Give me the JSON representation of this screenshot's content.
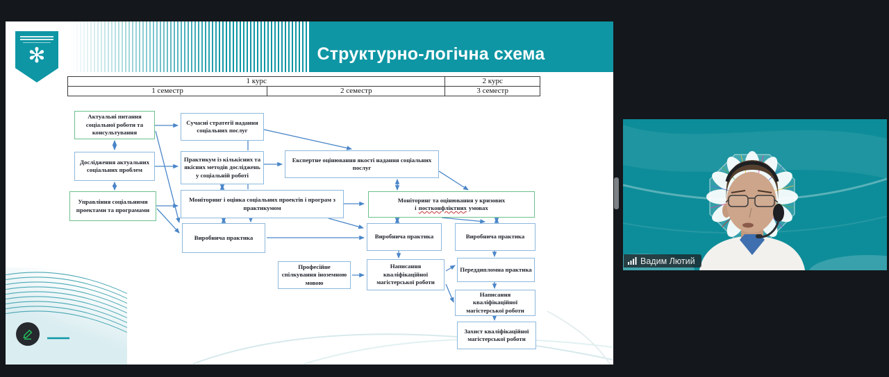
{
  "colors": {
    "accent_teal": "#0e96a4",
    "video_background_teal": "#0d8d99",
    "arrow_blue": "#4a86c8",
    "box_border_blue": "#8cb8dd",
    "box_border_green": "#6cc08d",
    "underline_red": "#c23232",
    "pencil_green": "#22c55e",
    "window_background": "#14171b"
  },
  "slide": {
    "title": "Структурно-логічна схема",
    "table": {
      "course1": "1 курс",
      "course2": "2 курс",
      "sem1": "1 семестр",
      "sem2": "2 семестр",
      "sem3": "3 семестр"
    },
    "boxes": [
      {
        "text": "Актуальні питання соціальної роботи та консультування"
      },
      {
        "text": "Дослідження актуальних соціальних проблем"
      },
      {
        "text": "Управління соціальними проектами та програмами"
      },
      {
        "text": "Сучасні стратегії надання соціальних послуг"
      },
      {
        "text": "Практикум із кількісних та якісних методів досліджень у соціальній роботі"
      },
      {
        "text": "Експертне оцінювання якості надання соціальних послуг"
      },
      {
        "text": "Моніторинг і оцінка соціальних проектів і програм з практикумом"
      },
      {
        "text_before": "Моніторинг та оцінювання у кризових і",
        "underlined": "постконфліктних",
        "text_after": "умовах"
      },
      {
        "text": "Виробнича практика"
      },
      {
        "text": "Виробнича практика"
      },
      {
        "text": "Виробнича практика"
      },
      {
        "text": "Професійне спілкування іноземною мовою"
      },
      {
        "text": "Написання кваліфікаційної магістерської роботи"
      },
      {
        "text": "Переддипломна практика"
      },
      {
        "text": "Написання кваліфікаційної магістерської роботи"
      },
      {
        "text": "Захист кваліфікаційної магістерської роботи"
      }
    ]
  },
  "video": {
    "participant_name": "Вадим Лютий"
  }
}
